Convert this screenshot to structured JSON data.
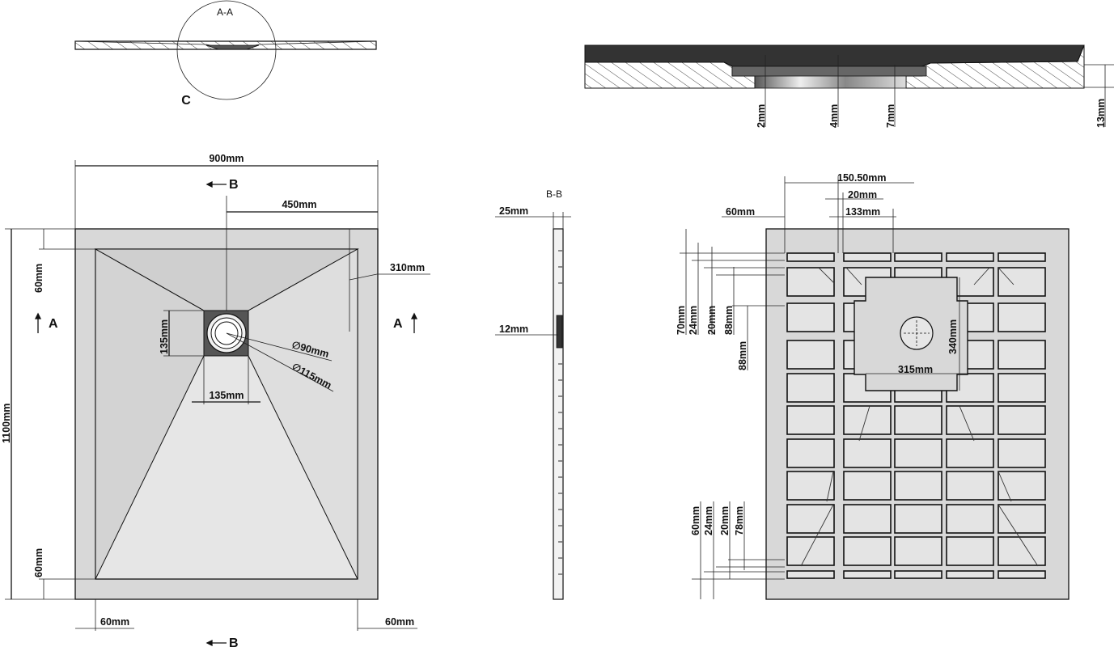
{
  "section_aa": {
    "title": "A-A",
    "detail_label": "C"
  },
  "top_view": {
    "width": "900mm",
    "height": "1100mm",
    "half_width": "450mm",
    "inner_drop": "310mm",
    "border_top": "60mm",
    "border_bottom": "60mm",
    "border_left": "60mm",
    "border_right": "60mm",
    "drain_box_h": "135mm",
    "drain_box_w": "135mm",
    "drain_d1": "∅90mm",
    "drain_d2": "∅115mm",
    "section_b": "B",
    "section_a": "A"
  },
  "section_bb": {
    "title": "B-B",
    "thickness": "25mm",
    "drain_depth": "12mm"
  },
  "detail_c": {
    "dim_2": "2mm",
    "dim_4": "4mm",
    "dim_7": "7mm",
    "dim_13": "13mm"
  },
  "bottom_view": {
    "offset_x": "150.50mm",
    "gap": "20mm",
    "cell_w": "133mm",
    "edge": "60mm",
    "top_70": "70mm",
    "top_24": "24mm",
    "top_20": "20mm",
    "top_88": "88mm",
    "row_88": "88mm",
    "center_h": "340mm",
    "center_w": "315mm",
    "bot_60": "60mm",
    "bot_24": "24mm",
    "bot_20": "20mm",
    "bot_78": "78mm"
  }
}
